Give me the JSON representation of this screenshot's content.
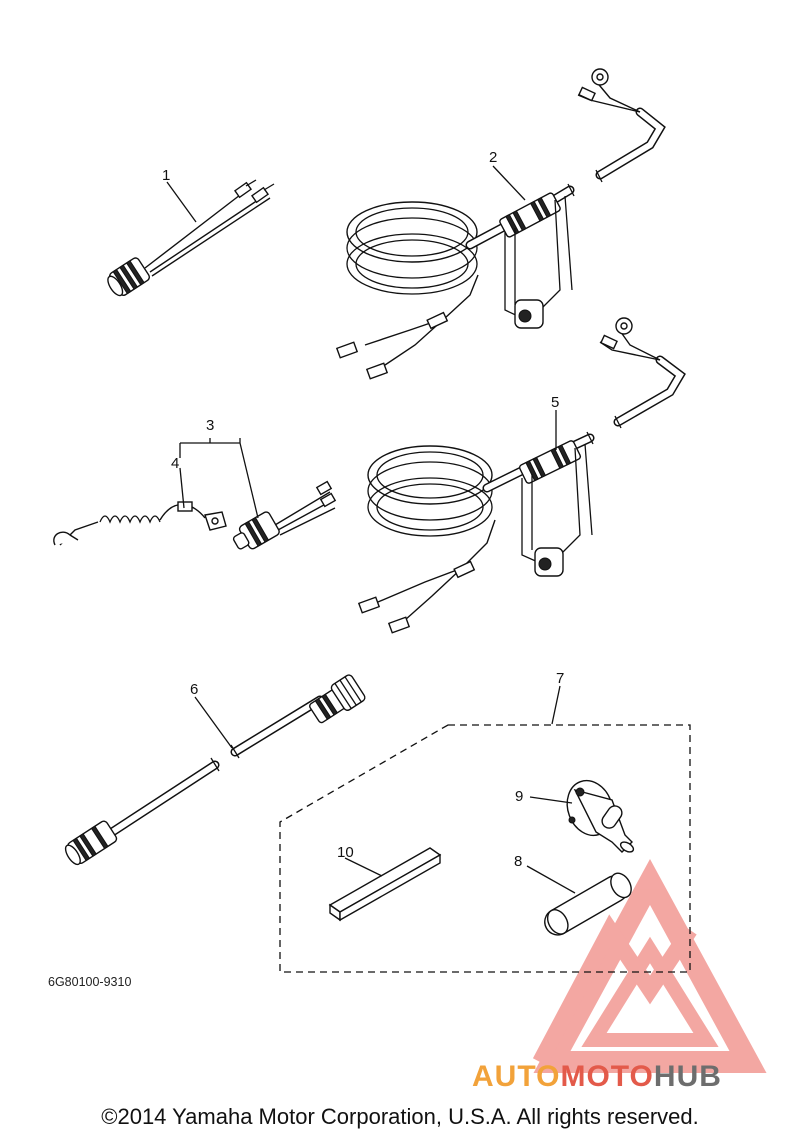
{
  "callouts": [
    {
      "id": "callout-1",
      "text": "1"
    },
    {
      "id": "callout-2",
      "text": "2"
    },
    {
      "id": "callout-3",
      "text": "3"
    },
    {
      "id": "callout-4",
      "text": "4"
    },
    {
      "id": "callout-5",
      "text": "5"
    },
    {
      "id": "callout-6",
      "text": "6"
    },
    {
      "id": "callout-7",
      "text": "7"
    },
    {
      "id": "callout-8",
      "text": "8"
    },
    {
      "id": "callout-9",
      "text": "9"
    },
    {
      "id": "callout-10",
      "text": "10"
    }
  ],
  "diagram_code": "6G80100-9310",
  "watermark": {
    "part1": "AUTO",
    "part2": "MOTO",
    "part3": "HUB",
    "color_auto": "#f2a23a",
    "color_moto": "#e35a4a",
    "color_hub": "#6d6d6d",
    "triangle_color": "#f08a84"
  },
  "footer": {
    "copyright": "©2014 Yamaha Motor Corporation, U.S.A. All rights reserved."
  }
}
